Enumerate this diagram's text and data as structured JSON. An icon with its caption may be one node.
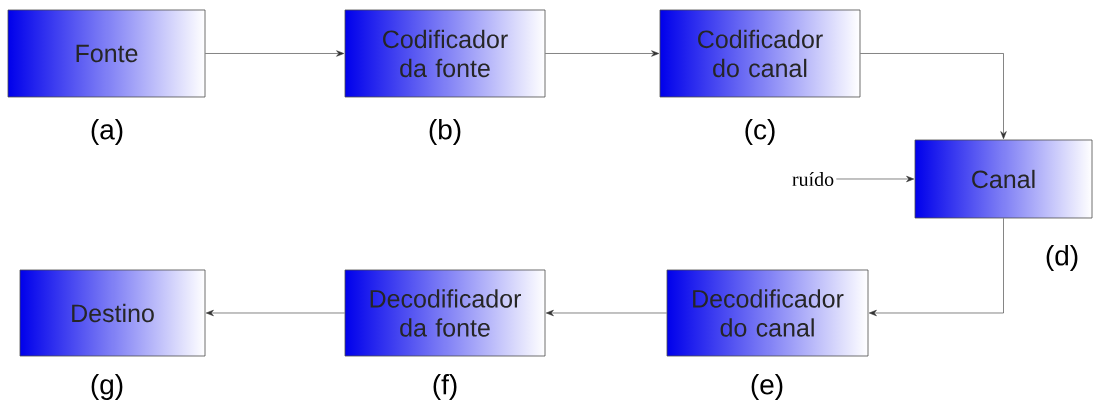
{
  "diagram": {
    "nodes": [
      {
        "text": [
          "Fonte"
        ],
        "beside": [
          "(a)"
        ]
      },
      {
        "text": [
          "Codificador da fonte"
        ],
        "beside": [
          "(b)"
        ]
      },
      {
        "text": [
          "Codificador do canal"
        ],
        "beside": [
          "(c)"
        ]
      },
      {
        "text": [
          "ruído"
        ]
      },
      {
        "text": [
          "Canal"
        ],
        "beside": [
          "(d)"
        ]
      },
      {
        "text": [
          "Decodificador do canal"
        ],
        "beside": [
          "(e)"
        ]
      },
      {
        "text": [
          "Decodificador da fonte"
        ],
        "beside": [
          "(f)"
        ]
      },
      {
        "text": [
          "Destino"
        ],
        "beside": [
          "(g)"
        ]
      }
    ],
    "edges": [
      {
        "from": 0,
        "to": 1,
        "arrow": "to"
      },
      {
        "from": 1,
        "to": 2,
        "arrow": "to"
      },
      {
        "from": 2,
        "to": 4,
        "arrow": "to"
      },
      {
        "from": 3,
        "to": 4,
        "arrow": "to"
      },
      {
        "from": 4,
        "to": 5,
        "arrow": "to"
      },
      {
        "from": 5,
        "to": 6,
        "arrow": "to"
      },
      {
        "from": 6,
        "to": 7,
        "arrow": "to"
      }
    ]
  }
}
